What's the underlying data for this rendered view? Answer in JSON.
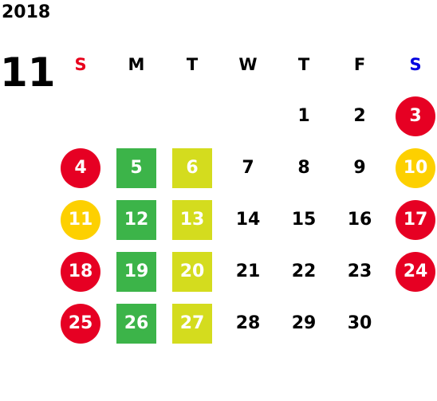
{
  "calendar": {
    "year": "2018",
    "month": "11",
    "weekdays": [
      {
        "label": "S",
        "color": "#e8001c"
      },
      {
        "label": "M",
        "color": "#000000"
      },
      {
        "label": "T",
        "color": "#000000"
      },
      {
        "label": "W",
        "color": "#000000"
      },
      {
        "label": "T",
        "color": "#000000"
      },
      {
        "label": "F",
        "color": "#000000"
      },
      {
        "label": "S",
        "color": "#0000e0"
      }
    ],
    "weeks": [
      [
        null,
        null,
        null,
        null,
        {
          "day": "1"
        },
        {
          "day": "2"
        },
        {
          "day": "3",
          "shape": "circle",
          "color": "#e60023"
        }
      ],
      [
        {
          "day": "4",
          "shape": "circle",
          "color": "#e60023"
        },
        {
          "day": "5",
          "shape": "square",
          "color": "#3cb449"
        },
        {
          "day": "6",
          "shape": "square",
          "color": "#d4dc1e"
        },
        {
          "day": "7"
        },
        {
          "day": "8"
        },
        {
          "day": "9"
        },
        {
          "day": "10",
          "shape": "circle",
          "color": "#fdd000"
        }
      ],
      [
        {
          "day": "11",
          "shape": "circle",
          "color": "#fdd000"
        },
        {
          "day": "12",
          "shape": "square",
          "color": "#3cb449"
        },
        {
          "day": "13",
          "shape": "square",
          "color": "#d4dc1e"
        },
        {
          "day": "14"
        },
        {
          "day": "15"
        },
        {
          "day": "16"
        },
        {
          "day": "17",
          "shape": "circle",
          "color": "#e60023"
        }
      ],
      [
        {
          "day": "18",
          "shape": "circle",
          "color": "#e60023"
        },
        {
          "day": "19",
          "shape": "square",
          "color": "#3cb449"
        },
        {
          "day": "20",
          "shape": "square",
          "color": "#d4dc1e"
        },
        {
          "day": "21"
        },
        {
          "day": "22"
        },
        {
          "day": "23"
        },
        {
          "day": "24",
          "shape": "circle",
          "color": "#e60023"
        }
      ],
      [
        {
          "day": "25",
          "shape": "circle",
          "color": "#e60023"
        },
        {
          "day": "26",
          "shape": "square",
          "color": "#3cb449"
        },
        {
          "day": "27",
          "shape": "square",
          "color": "#d4dc1e"
        },
        {
          "day": "28"
        },
        {
          "day": "29"
        },
        {
          "day": "30"
        },
        null
      ]
    ]
  }
}
